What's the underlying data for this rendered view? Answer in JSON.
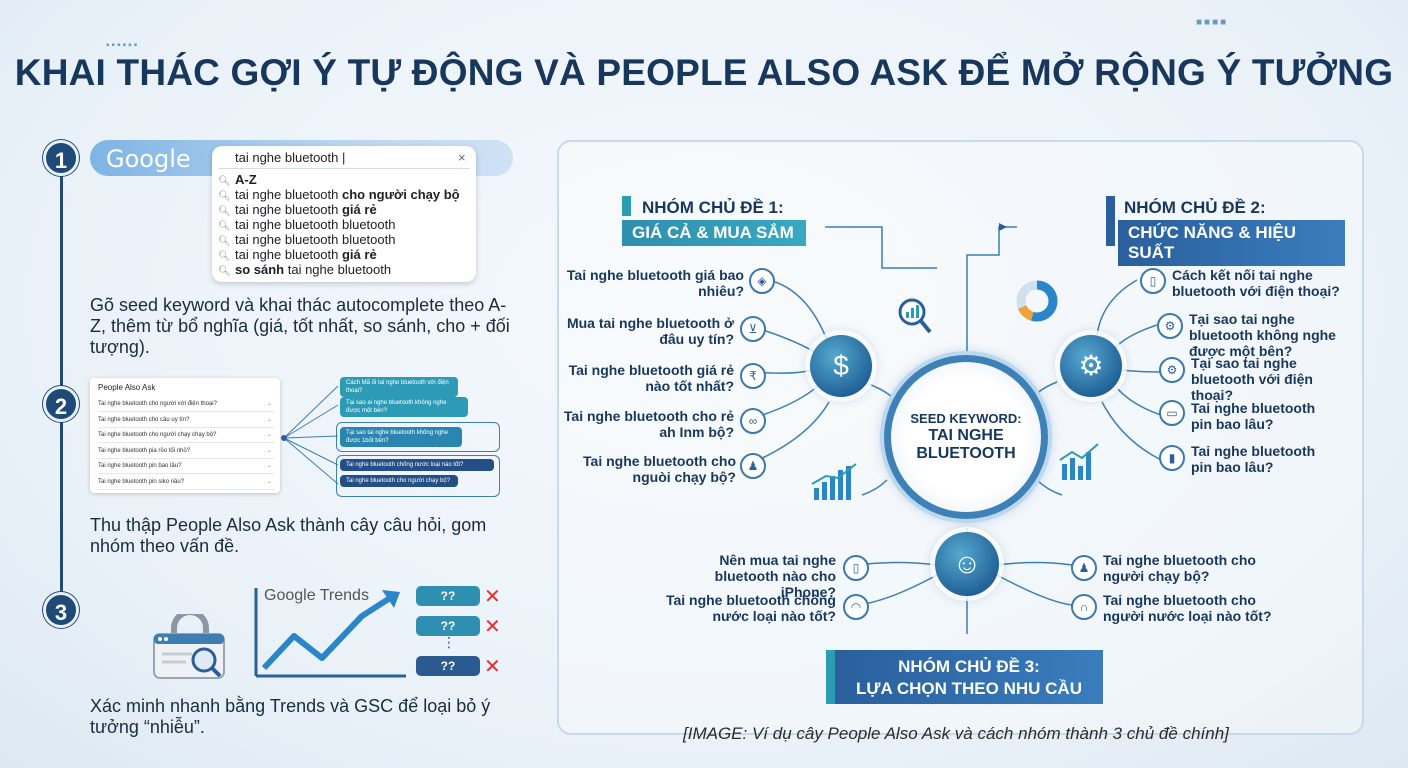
{
  "title": "KHAI THÁC GỢI Ý TỰ ĐỘNG VÀ PEOPLE ALSO ASK ĐỂ MỞ RỘNG Ý TƯỞNG",
  "steps": [
    {
      "number": "1",
      "text": "Gõ seed keyword và khai thác autocomplete theo A-Z, thêm từ bổ nghĩa (giá, tốt nhất, so sánh, cho + đối tượng)."
    },
    {
      "number": "2",
      "text": "Thu thập People Also Ask thành cây câu hỏi, gom nhóm theo vấn đề."
    },
    {
      "number": "3",
      "text": "Xác minh nhanh bằng Trends và GSC để loại bỏ ý tưởng “nhiễu”."
    }
  ],
  "google": {
    "logo": "Google",
    "query": "tai nghe bluetooth |",
    "close": "×",
    "suggestions": [
      {
        "pre": "",
        "bold": "A-Z"
      },
      {
        "pre": "tai nghe bluetooth ",
        "bold": "cho người chạy bộ"
      },
      {
        "pre": "tai nghe bluetooth ",
        "bold": "giá rẻ"
      },
      {
        "pre": "tai nghe bluetooth bluetooth",
        "bold": ""
      },
      {
        "pre": "tai nghe bluetooth bluetooth",
        "bold": ""
      },
      {
        "pre": "tai nghe bluetooth ",
        "bold": "giá rẻ"
      },
      {
        "pre": "",
        "bold": "so sánh",
        "post": " tai nghe bluetooth"
      }
    ]
  },
  "paa": {
    "title": "People Also Ask",
    "rows": [
      "Tai nghe bluetooth cho người với điện thoại?",
      "Tai nghe bluetooth cho câu uy tín?",
      "Tai nghe bluetooth cho người chạy chạy bộ?",
      "Tai nghe bluetooth pia rồo tối nhỏ?",
      "Tai nghe bluetooth pin bao lâu?",
      "Tai nghe bluetooth pin siko nầu?"
    ],
    "bubbles": [
      "Cách Mã ối tai nghe bluetooth với điện thoại?",
      "Tại sao ai nghe bluetooth không nghe được một bên?",
      "Tại sao tai nghe bluetooth không nghe được 1bốt bên?",
      "Tai nghe bluetooth chống nước loại nào tốt?",
      "Tai nghe bluetooth cho người chạy bộ?"
    ]
  },
  "trends": {
    "title": "Google Trends",
    "bubbles": [
      "??",
      "??",
      "??"
    ],
    "dots": "⋮"
  },
  "diagram": {
    "seed": {
      "label": "SEED KEYWORD:",
      "keyword": "TAI NGHE BLUETOOTH"
    },
    "group1": {
      "title": "NHÓM CHỦ ĐỀ 1:",
      "subtitle": "GIÁ CẢ & MUA SẮM",
      "questions": [
        "Tai nghe bluetooth giá bao nhiêu?",
        "Mua tai nghe bluetooth ở đâu uy tín?",
        "Tai nghe bluetooth giá rẻ nào tốt nhất?",
        "Tai nghe bluetooth cho rẻ ah Inm bộ?",
        "Tai nghe bluetooth cho nguòi chạy bộ?"
      ]
    },
    "group2": {
      "title": "NHÓM CHỦ ĐỀ 2:",
      "subtitle": "CHỨC NĂNG & HIỆU SUẤT",
      "questions": [
        "Cách kết nối tai nghe bluetooth với điện thoại?",
        "Tại sao tai nghe bluetooth không nghe được một bên?",
        "Tại sao tai nghe bluetooth với điện thoại?",
        "Tai nghe bluetooth pin bao lâu?",
        "Tai nghe bluetooth pin bao lâu?"
      ]
    },
    "group3": {
      "title": "NHÓM CHỦ ĐỀ 3:",
      "subtitle": "LỰA CHỌN THEO NHU CẦU",
      "questions_left": [
        "Nên mua tai nghe bluetooth nào cho iPhone?",
        "Tai nghe bluetooth chống nước loại nào tốt?"
      ],
      "questions_right": [
        "Tai nghe bluetooth cho người chạy bộ?",
        "Tai nghe bluetooth cho người nước loại nào tốt?"
      ]
    }
  },
  "caption": "[IMAGE: Ví dụ cây People Also Ask và cách nhóm thành 3 chủ đề chính]",
  "colors": {
    "navy": "#17375c",
    "teal": "#2a9db4",
    "blue": "#2a5f9c"
  }
}
